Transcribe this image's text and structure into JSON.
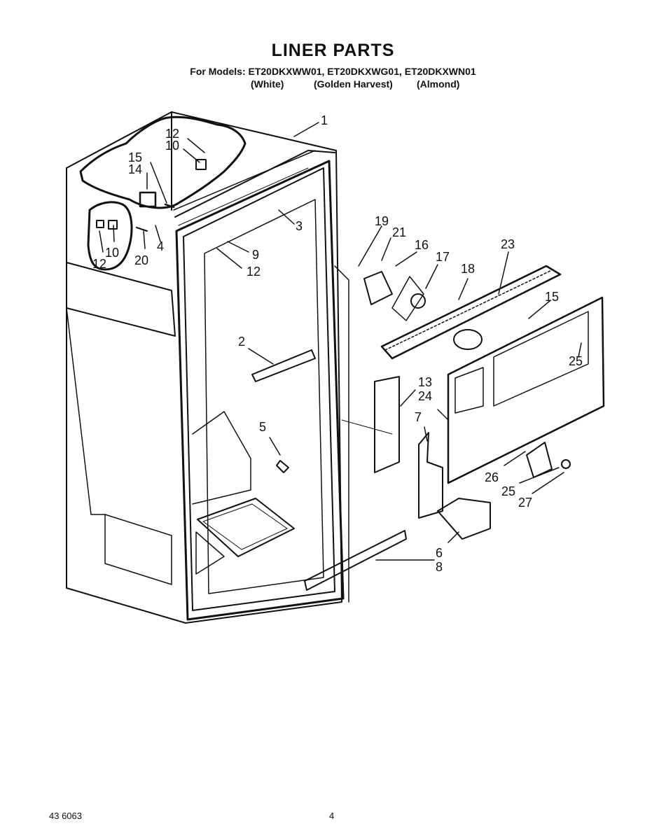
{
  "title": "LINER PARTS",
  "models_line": "For Models: ET20DKXWW01, ET20DKXWG01, ET20DKXWN01",
  "colors": [
    "(White)",
    "(Golden Harvest)",
    "(Almond)"
  ],
  "callouts": [
    "1",
    "12",
    "10",
    "15",
    "14",
    "3",
    "19",
    "21",
    "16",
    "17",
    "18",
    "23",
    "15",
    "9",
    "12",
    "10",
    "20",
    "4",
    "12",
    "2",
    "13",
    "24",
    "7",
    "5",
    "25",
    "26",
    "25",
    "27",
    "6",
    "8"
  ],
  "footer": {
    "doc_number": "43 6063",
    "page_number": "4"
  }
}
